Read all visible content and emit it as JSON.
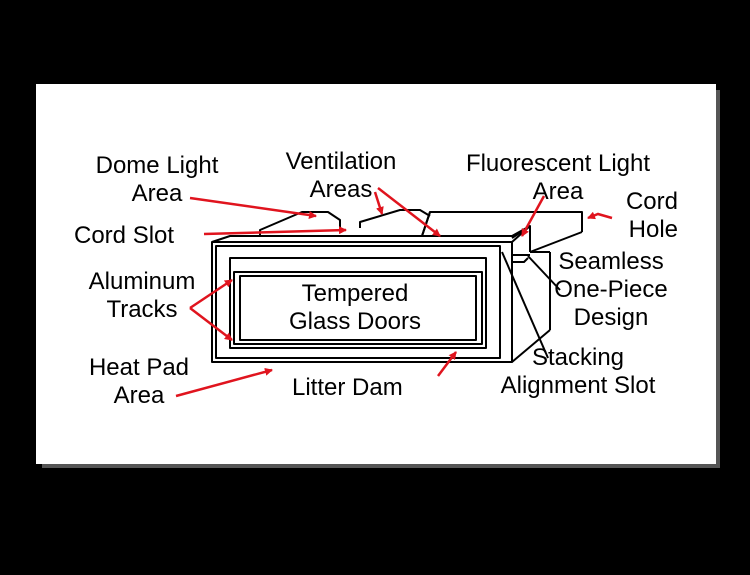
{
  "labels": {
    "dome_light_area": [
      "Dome Light",
      "Area"
    ],
    "ventilation_areas": [
      "Ventilation",
      "Areas"
    ],
    "fluorescent_light_area": [
      "Fluorescent Light",
      "Area"
    ],
    "cord_hole": [
      "Cord",
      "Hole"
    ],
    "cord_slot": "Cord Slot",
    "aluminum_tracks": [
      "Aluminum",
      "Tracks"
    ],
    "tempered_glass_doors": [
      "Tempered",
      "Glass Doors"
    ],
    "seamless_design": [
      "Seamless",
      "One-Piece",
      "Design"
    ],
    "heat_pad_area": [
      "Heat Pad",
      "Area"
    ],
    "litter_dam": "Litter Dam",
    "stacking_alignment_slot": [
      "Stacking",
      "Alignment Slot"
    ]
  },
  "colors": {
    "arrow": "#e0141e",
    "line": "#000000",
    "background": "#ffffff",
    "frame": "#000000"
  }
}
